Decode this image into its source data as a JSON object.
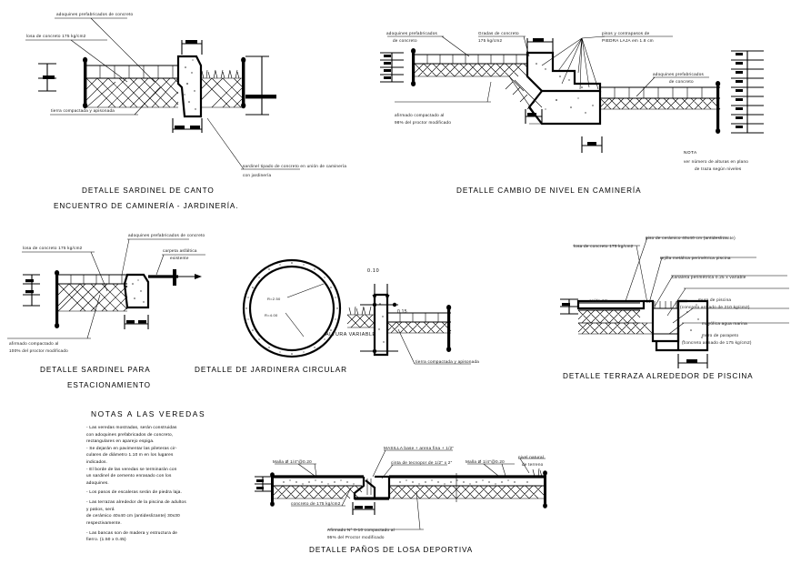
{
  "sheet": {
    "type": "CAD construction detail sheet",
    "background_color": "#ffffff",
    "line_color": "#000000"
  },
  "details": [
    {
      "id": "sardinel-canto",
      "title_line1": "DETALLE SARDINEL DE CANTO",
      "title_line2": "ENCUENTRO DE CAMINERÍA - JARDINERÍA.",
      "labels": [
        "adoquines prefabricados de concreto",
        "losa de concreto  175 kg/cm2",
        "tierra compactada y apisonada",
        "sardinel tipado de concreto en unión de caminería",
        "con jardinería"
      ]
    },
    {
      "id": "cambio-nivel",
      "title_line1": "DETALLE CAMBIO DE NIVEL EN CAMINERÍA",
      "labels": [
        "adoquines prefabricados",
        "de concreto",
        "Gradas de concreto",
        "175 kg/cm2",
        "pisos y contrapasos de",
        "PIEDRA LAJA  em  1.8 cm",
        "afirmado compactado al",
        "98% del proctor modificado",
        "adoquines prefabricados",
        "de concreto"
      ],
      "nota": {
        "heading": "NOTA",
        "line1": "ver número de alturas en plano",
        "line2": "de traza según niveles"
      }
    },
    {
      "id": "sardinel-estacionamiento",
      "title_line1": "DETALLE SARDINEL PARA",
      "title_line2": "ESTACIONAMIENTO",
      "labels": [
        "losa de concreto  175 kg/cm2",
        "adoquines prefabricados de concreto",
        "carpeta asfáltica",
        "existente",
        "afirmado compactado al",
        "100% del proctor modificado"
      ]
    },
    {
      "id": "jardinera-circular",
      "title_line1": "DETALLE DE JARDINERA CIRCULAR",
      "labels": [
        "R=2.50",
        "R=4.00"
      ]
    },
    {
      "id": "altura-variable",
      "labels": [
        "0.10",
        "0.15",
        "ALTURA VARIABLE",
        "tierra compactada y apisonada"
      ]
    },
    {
      "id": "terraza-piscina",
      "title_line1": "DETALLE TERRAZA ALREDEDOR DE PISCINA",
      "labels": [
        "losa de concreto  175 kg/cm2",
        "piso de cerámico 40x40 cm (antideslizante)",
        "rejilla metálica perimétrica piscina",
        "canaleta perimétrica 0.25 x variable",
        "muro de piscina",
        "(concreto armado de 210 kg/cm2)",
        "mayólica agua marina",
        "muro de parapeto",
        "(concreto armado de 175 kg/cm2)",
        "caída 1%"
      ]
    },
    {
      "id": "losa-deportiva",
      "title_line1": "DETALLE PAÑOS DE LOSA DEPORTIVA",
      "labels": [
        "Malla Ø 1/4\"@0.20",
        "MASILLA base + arena  fina + 1/2\"",
        "cinta de tecnopor de 1/2\" x 2\"",
        "Malla Ø 1/4\"@0.20",
        "concreto de 175 kg/cm2",
        "nivel natural",
        "de terreno",
        "Afirmado N° 0-10 compactado al",
        "95% del Proctor modificado"
      ]
    }
  ],
  "notes_block": {
    "title": "NOTAS A LAS VEREDAS",
    "items": [
      "- Las veredas mostradas, serán construidas",
      "con adoquines prefabricados de concreto,",
      "rectangulares en aparejo espiga.",
      "- Se dejarán en pavimentar las pileteras cir-",
      "culares de diámetro 1.10 m en los lugares",
      "indicados.",
      "- El borde de las veredas se terminarán con",
      "un sardinel de cemento enrasado con los",
      "adoquines.",
      "- Los pasos de escaleras serán de piedra laja.",
      "- Las terrazas alrededor de la piscina de adultos",
      "y patios, será",
      "de cerámico 40x40 cm (antideslizante) 30x30",
      "respectivamente.",
      "- Las bancas son de madera y estructura de",
      "fierro. (1.50 x 0.45)"
    ]
  }
}
